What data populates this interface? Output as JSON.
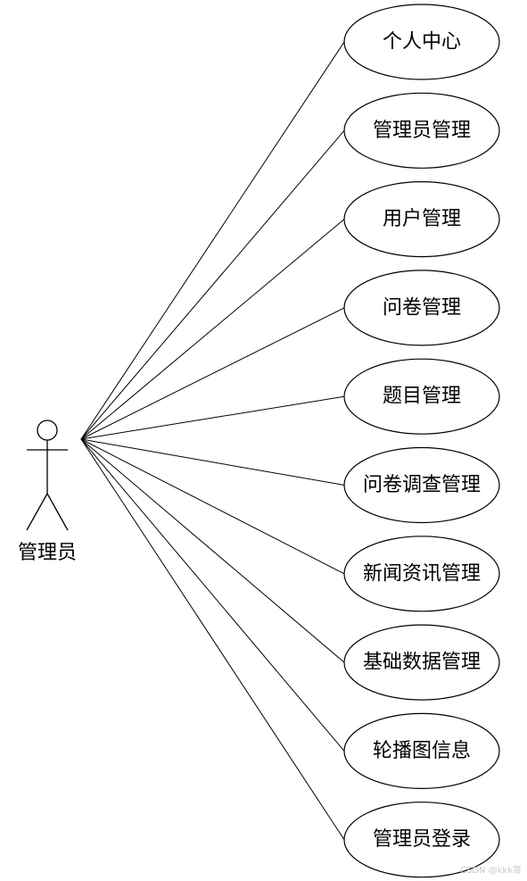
{
  "actor": {
    "label": "管理员"
  },
  "use_cases": [
    {
      "label": "个人中心"
    },
    {
      "label": "管理员管理"
    },
    {
      "label": "用户管理"
    },
    {
      "label": "问卷管理"
    },
    {
      "label": "题目管理"
    },
    {
      "label": "问卷调查管理"
    },
    {
      "label": "新闻资讯管理"
    },
    {
      "label": "基础数据管理"
    },
    {
      "label": "轮播图信息"
    },
    {
      "label": "管理员登录"
    }
  ],
  "watermark": "CSDN @kkk哥",
  "colors": {
    "stroke": "#000000",
    "background": "#ffffff"
  }
}
